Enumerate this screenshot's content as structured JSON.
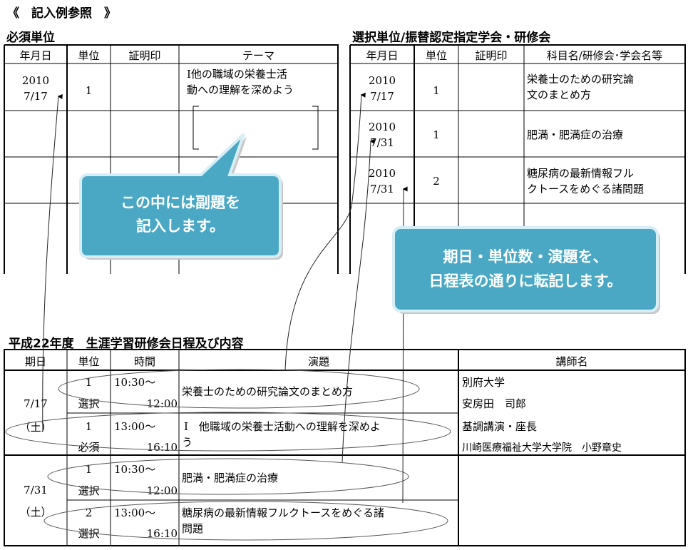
{
  "page_title": "《　記入例参照　》",
  "required": {
    "heading": "必須単位",
    "headers": [
      "年月日",
      "単位",
      "証明印",
      "テーマ"
    ],
    "row": {
      "date_year": "2010",
      "date_day": "7/17",
      "units": "1",
      "theme_line1": "Ⅰ他の職域の栄養士活",
      "theme_line2": "動への理解を深めよう"
    }
  },
  "elective": {
    "heading": "選択単位/振替認定指定学会・研修会",
    "headers": [
      "年月日",
      "単位",
      "証明印",
      "科目名/研修会･学会名等"
    ],
    "rows": [
      {
        "year": "2010",
        "day": "7/17",
        "units": "1",
        "subject_line1": "栄養士のための研究論",
        "subject_line2": "文のまとめ方"
      },
      {
        "year": "2010",
        "day": "7/31",
        "units": "1",
        "subject_line1": "肥満・肥満症の治療",
        "subject_line2": ""
      },
      {
        "year": "2010",
        "day": "7/31",
        "units": "2",
        "subject_line1": "糖尿病の最新情報フル",
        "subject_line2": "クトースをめぐる諸問題"
      }
    ]
  },
  "callout_left": {
    "line1": "この中には副題を",
    "line2": "記入します。"
  },
  "callout_right": {
    "line1": "期日・単位数・演題を、",
    "line2": "日程表の通りに転記します。"
  },
  "schedule": {
    "heading": "平成22年度　生涯学習研修会日程及び内容",
    "headers": [
      "期日",
      "単位",
      "時間",
      "演題",
      "講師名"
    ],
    "days": [
      {
        "date": "7/17",
        "weekday": "（土）"
      },
      {
        "date": "7/31",
        "weekday": "（土）"
      }
    ],
    "sessions": [
      {
        "units": "1",
        "type": "選択",
        "start": "10:30～",
        "end": "12:00",
        "title_line1": "栄養士のための研究論文のまとめ方",
        "title_line2": "",
        "lecturer_line1": "別府大学",
        "lecturer_line2": "安房田　司郎"
      },
      {
        "units": "1",
        "type": "必須",
        "start": "13:00～",
        "end": "16:10",
        "title_line1": "Ⅰ　他職域の栄養士活動への理解を深めよ",
        "title_line2": "う",
        "lecturer_line1": "基調講演・座長",
        "lecturer_line2": "川崎医療福祉大学大学院　小野章史"
      },
      {
        "units": "1",
        "type": "選択",
        "start": "10:30～",
        "end": "12:00",
        "title_line1": "肥満・肥満症の治療",
        "title_line2": "",
        "lecturer_line1": "",
        "lecturer_line2": ""
      },
      {
        "units": "2",
        "type": "選択",
        "start": "13:00～",
        "end": "16:10",
        "title_line1": "糖尿病の最新情報フルクトースをめぐる諸",
        "title_line2": "問題",
        "lecturer_line1": "",
        "lecturer_line2": ""
      }
    ]
  },
  "colors": {
    "callout_fill": "#4aa8c4",
    "callout_border": "#d6eef5"
  }
}
